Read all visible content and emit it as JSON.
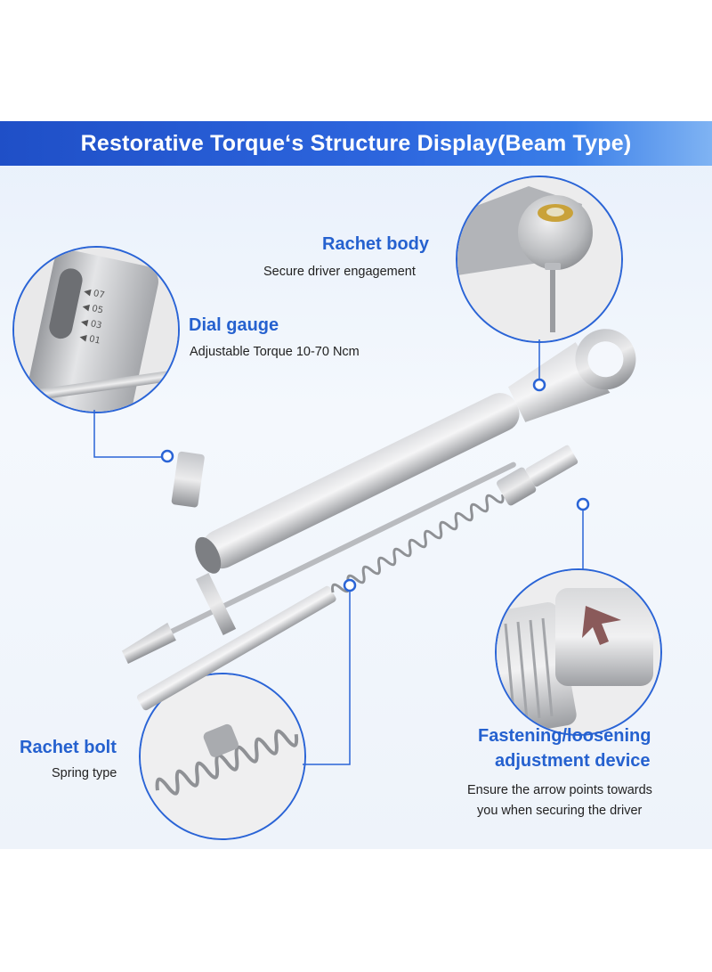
{
  "banner": {
    "title": "Restorative Torque‘s Structure Display(Beam Type)"
  },
  "callouts": {
    "rachet_body": {
      "label": "Rachet body",
      "desc": "Secure driver engagement"
    },
    "dial_gauge": {
      "label": "Dial gauge",
      "desc": "Adjustable Torque 10-70 Ncm"
    },
    "rachet_bolt": {
      "label": "Rachet bolt",
      "desc": "Spring type"
    },
    "fastening": {
      "label_line1": "Fastening/loosening",
      "label_line2": "adjustment device",
      "desc_line1": "Ensure the arrow points towards",
      "desc_line2": "you when securing the driver"
    }
  },
  "colors": {
    "accent": "#2a64d6",
    "banner": "#2d66de",
    "metal": "#c9cbcf"
  }
}
